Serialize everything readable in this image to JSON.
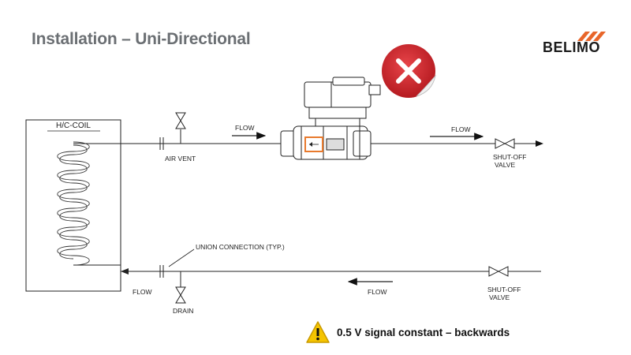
{
  "title": "Installation – Uni-Directional",
  "brand": "BELIMO",
  "colors": {
    "title": "#6b6f73",
    "brand_orange": "#e8662a",
    "error_red": "#d3242a",
    "warning_yellow": "#f5c400",
    "highlight_orange": "#e87a2d"
  },
  "icons": {
    "error": "red-x-sticker-icon",
    "warning": "warning-triangle-icon"
  },
  "diagram": {
    "coil_label": "H/C-COIL",
    "air_vent": "AIR VENT",
    "flow": "FLOW",
    "shutoff_top": [
      "SHUT-OFF",
      "VALVE"
    ],
    "shutoff_bottom": [
      "SHUT-OFF",
      "VALVE"
    ],
    "union_connection": "UNION CONNECTION (TYP.)",
    "drain": "DRAIN"
  },
  "warning_text": "0.5 V signal constant – backwards"
}
